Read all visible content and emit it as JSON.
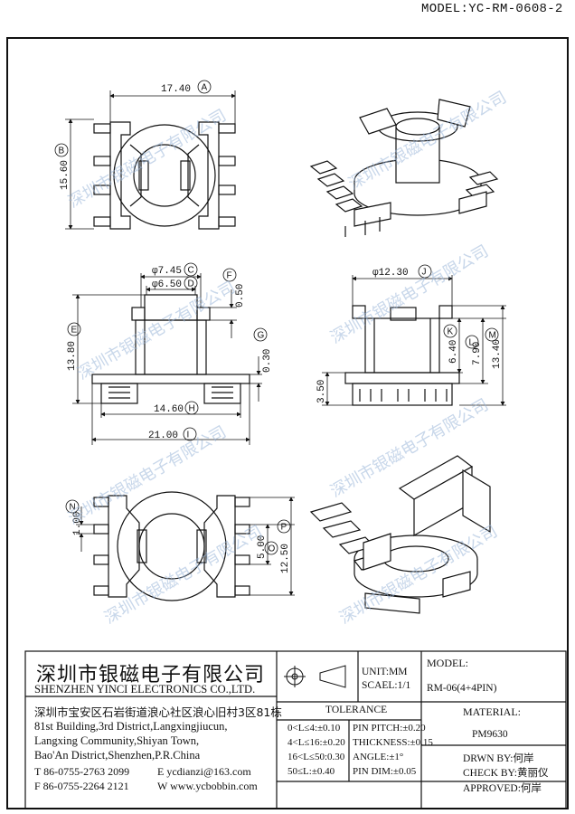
{
  "header": {
    "model": "MODEL:YC-RM-0608-2"
  },
  "dimensions": {
    "A": "17.40",
    "B": "15.60",
    "C": "φ7.45",
    "D": "φ6.50",
    "E": "13.80",
    "F": "0.50",
    "G": "0.30",
    "H": "14.60",
    "I": "21.00",
    "J": "φ12.30",
    "K": "6.40",
    "L": "7.90",
    "M": "13.40",
    "side_bottom": "3.50",
    "N": "1.00",
    "O": "5.00",
    "P": "12.50"
  },
  "labels": {
    "A": "A",
    "B": "B",
    "C": "C",
    "D": "D",
    "E": "E",
    "F": "F",
    "G": "G",
    "H": "H",
    "I": "I",
    "J": "J",
    "K": "K",
    "L": "L",
    "M": "M",
    "N": "N",
    "O": "O",
    "P": "P"
  },
  "watermark": "深圳市银磁电子有限公司",
  "company": {
    "name_cn": "深圳市银磁电子有限公司",
    "name_en": "SHENZHEN YINCI ELECTRONICS CO.,LTD.",
    "address_cn": "深圳市宝安区石岩街道浪心社区浪心旧村3区81栋",
    "address_en_1": "81st Building,3rd District,Langxingjiucun,",
    "address_en_2": "Langxing Community,Shiyan Town,",
    "address_en_3": "Bao'An District,Shenzhen,P.R.China",
    "tel": "T 86-0755-2763 2099",
    "fax": "F 86-0755-2264 2121",
    "email": "E ycdianzi@163.com",
    "web": "W www.ycbobbin.com"
  },
  "units": {
    "unit": "UNIT:MM",
    "scale": "SCAEL:1/1"
  },
  "model_block": {
    "label": "MODEL:",
    "value": "RM-06(4+4PIN)"
  },
  "tolerance": {
    "title": "TOLERANCE",
    "rows": [
      {
        "range": "0<L≤4:±0.10",
        "spec": "PIN PITCH:±0.20"
      },
      {
        "range": "4<L≤16:±0.20",
        "spec": "THICKNESS:±0.15"
      },
      {
        "range": "16<L≤50:0.30",
        "spec": "ANGLE:±1°"
      },
      {
        "range": "50≤L:±0.40",
        "spec": "PIN DIM:±0.05"
      }
    ]
  },
  "material": {
    "label": "MATERIAL:",
    "value": "PM9630"
  },
  "approval": {
    "drawn": "DRWN BY:何岸",
    "check": "CHECK BY:黄丽仪",
    "approved": "APPROVED:何岸"
  }
}
